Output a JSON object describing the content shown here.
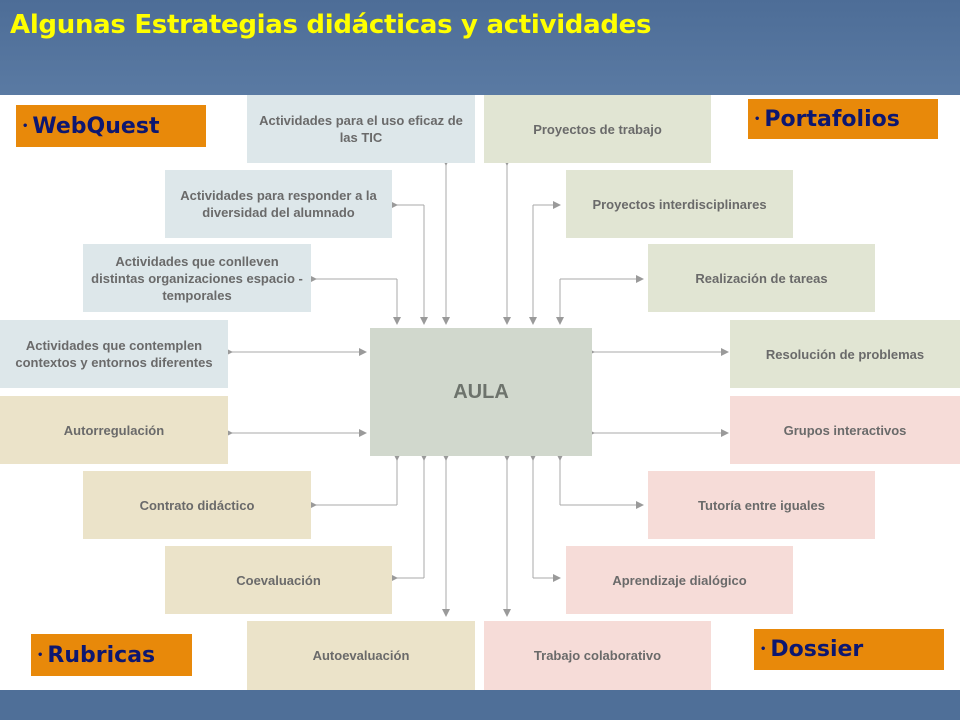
{
  "title": "Algunas Estrategias didácticas y actividades",
  "center": "AULA",
  "left_boxes": [
    "Actividades para el uso eficaz de las TIC",
    "Actividades para responder a la diversidad del alumnado",
    "Actividades que conlleven distintas organizaciones espacio - temporales",
    "Actividades que contemplen contextos y entornos diferentes",
    "Autorregulación",
    "Contrato didáctico",
    "Coevaluación",
    "Autoevaluación"
  ],
  "right_boxes": [
    "Proyectos de trabajo",
    "Proyectos interdisciplinares",
    "Realización de tareas",
    "Resolución de problemas",
    "Grupos interactivos",
    "Tutoría entre iguales",
    "Aprendizaje dialógico",
    "Trabajo colaborativo"
  ],
  "tags": {
    "webquest": "WebQuest",
    "portafolios": "Portafolios",
    "rubricas": "Rubricas",
    "dossier": "Dossier"
  },
  "colors": {
    "title": "#ffff00",
    "background": "#4f6f98",
    "tag_fill": "#e8890a",
    "tag_text": "#0d1770",
    "box_blue": "#dde7ea",
    "box_green": "#e1e5d3",
    "box_tan": "#ebe3c9",
    "box_pink": "#f6dcd8",
    "center_fill": "#d1d8cd"
  }
}
